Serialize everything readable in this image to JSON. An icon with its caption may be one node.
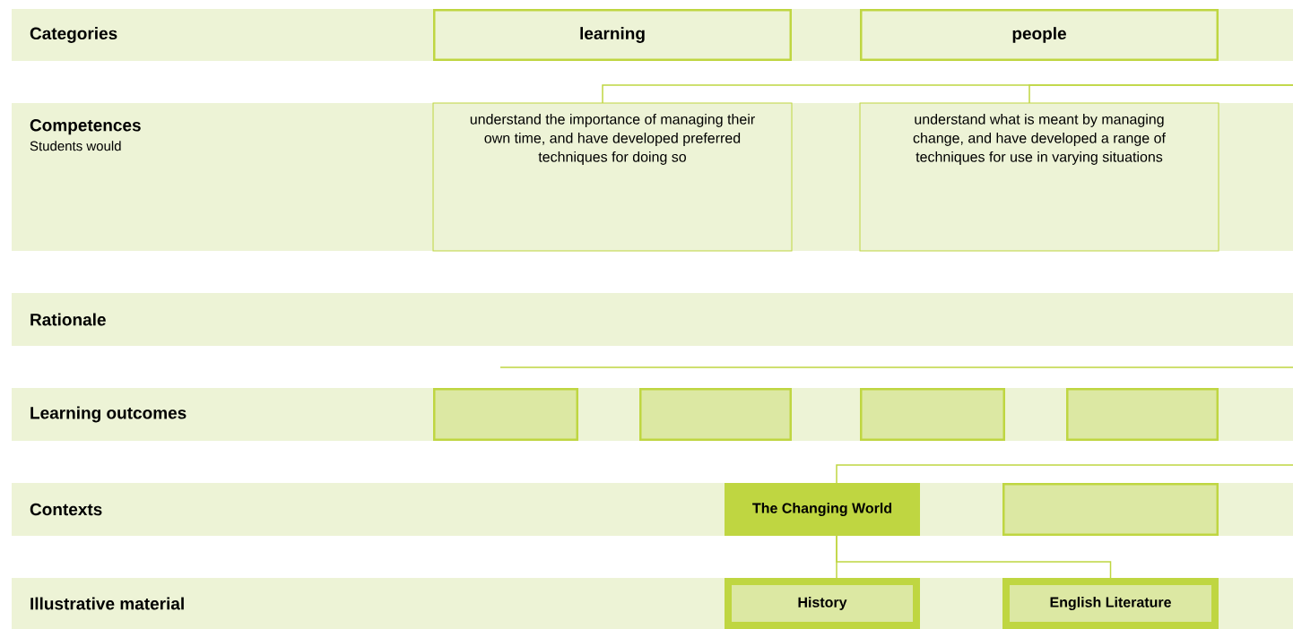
{
  "diagram": {
    "nodes": [
      {
        "text": [
          "Categories"
        ]
      },
      {
        "text": [
          "learning"
        ],
        "in": 0
      },
      {
        "text": [
          "people"
        ],
        "in": 0
      },
      {
        "text": [
          "Competences",
          "Students would"
        ]
      },
      {
        "text": [
          "understand the importance of managing their own time, and have developed preferred techniques for doing so"
        ],
        "in": 3
      },
      {
        "text": [
          "understand what is meant by managing change, and have developed a range of techniques for use in varying situations"
        ],
        "in": 3
      },
      {
        "text": [
          "Rationale"
        ]
      },
      {
        "text": [
          "Learning outcomes"
        ]
      },
      {
        "text": [],
        "shape": "box",
        "in": 7
      },
      {
        "text": [],
        "shape": "box",
        "in": 7
      },
      {
        "text": [],
        "shape": "box",
        "in": 7
      },
      {
        "text": [],
        "shape": "box",
        "in": 7
      },
      {
        "text": [
          "Contexts"
        ]
      },
      {
        "text": [
          "The Changing World"
        ],
        "in": 12
      },
      {
        "text": [],
        "shape": "box",
        "in": 12
      },
      {
        "text": [
          "Illustrative material"
        ]
      },
      {
        "text": [
          "History"
        ],
        "in": 15
      },
      {
        "text": [
          "English Literature"
        ],
        "in": 15
      }
    ],
    "edges": [
      {
        "from": null,
        "to": 4,
        "arrow": "none"
      },
      {
        "from": null,
        "to": 5,
        "arrow": "none"
      },
      {
        "from": null,
        "to": 13,
        "arrow": "none"
      },
      {
        "from": 13,
        "to": 16,
        "arrow": "none"
      },
      {
        "from": 13,
        "to": 17,
        "arrow": "none"
      }
    ]
  }
}
